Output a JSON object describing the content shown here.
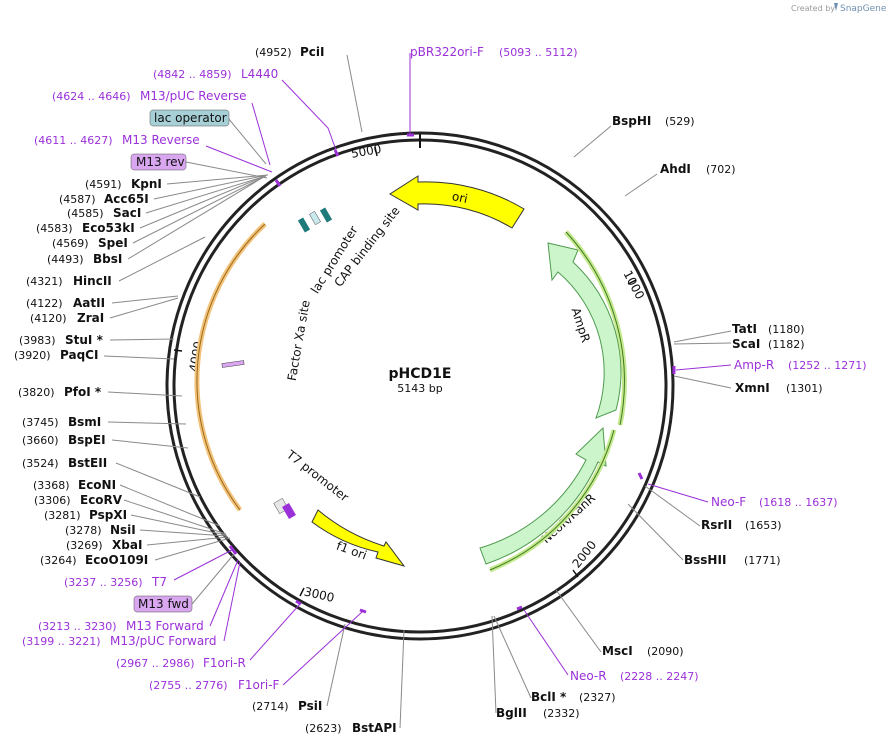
{
  "credit": {
    "created_by": "Created by",
    "brand": "SnapGene"
  },
  "plasmid": {
    "name": "pHCD1E",
    "size_label": "5143 bp",
    "length": 5143
  },
  "ticks": [
    "5000",
    "1000",
    "2000",
    "3000",
    "4000"
  ],
  "sites": [
    {
      "name": "PciI",
      "pos": "(4952)",
      "bp": 4952
    },
    {
      "name": "BspHI",
      "pos": "(529)",
      "bp": 529
    },
    {
      "name": "AhdI",
      "pos": "(702)",
      "bp": 702
    },
    {
      "name": "TatI",
      "pos": "(1180)",
      "bp": 1180
    },
    {
      "name": "ScaI",
      "pos": "(1182)",
      "bp": 1182
    },
    {
      "name": "XmnI",
      "pos": "(1301)",
      "bp": 1301
    },
    {
      "name": "RsrII",
      "pos": "(1653)",
      "bp": 1653
    },
    {
      "name": "BssHII",
      "pos": "(1771)",
      "bp": 1771
    },
    {
      "name": "MscI",
      "pos": "(2090)",
      "bp": 2090
    },
    {
      "name": "BclI *",
      "pos": "(2327)",
      "bp": 2327
    },
    {
      "name": "BglII",
      "pos": "(2332)",
      "bp": 2332
    },
    {
      "name": "BstAPI",
      "pos": "(2623)",
      "bp": 2623
    },
    {
      "name": "PsiI",
      "pos": "(2714)",
      "bp": 2714
    },
    {
      "name": "EcoO109I",
      "pos": "(3264)",
      "bp": 3264
    },
    {
      "name": "XbaI",
      "pos": "(3269)",
      "bp": 3269
    },
    {
      "name": "NsiI",
      "pos": "(3278)",
      "bp": 3278
    },
    {
      "name": "PspXI",
      "pos": "(3281)",
      "bp": 3281
    },
    {
      "name": "EcoRV",
      "pos": "(3306)",
      "bp": 3306
    },
    {
      "name": "EcoNI",
      "pos": "(3368)",
      "bp": 3368
    },
    {
      "name": "BstEII",
      "pos": "(3524)",
      "bp": 3524
    },
    {
      "name": "BspEI",
      "pos": "(3660)",
      "bp": 3660
    },
    {
      "name": "BsmI",
      "pos": "(3745)",
      "bp": 3745
    },
    {
      "name": "PfoI *",
      "pos": "(3820)",
      "bp": 3820
    },
    {
      "name": "PaqCI",
      "pos": "(3920)",
      "bp": 3920
    },
    {
      "name": "StuI *",
      "pos": "(3983)",
      "bp": 3983
    },
    {
      "name": "ZraI",
      "pos": "(4120)",
      "bp": 4120
    },
    {
      "name": "AatII",
      "pos": "(4122)",
      "bp": 4122
    },
    {
      "name": "HincII",
      "pos": "(4321)",
      "bp": 4321
    },
    {
      "name": "BbsI",
      "pos": "(4493)",
      "bp": 4493
    },
    {
      "name": "SpeI",
      "pos": "(4569)",
      "bp": 4569
    },
    {
      "name": "Eco53kI",
      "pos": "(4583)",
      "bp": 4583
    },
    {
      "name": "SacI",
      "pos": "(4585)",
      "bp": 4585
    },
    {
      "name": "Acc65I",
      "pos": "(4587)",
      "bp": 4587
    },
    {
      "name": "KpnI",
      "pos": "(4591)",
      "bp": 4591
    }
  ],
  "primers": [
    {
      "name": "pBR322ori-F",
      "range": "(5093 .. 5112)",
      "bp": 5102
    },
    {
      "name": "L4440",
      "range": "(4842 .. 4859)",
      "bp": 4850
    },
    {
      "name": "M13/pUC Reverse",
      "range": "(4624 .. 4646)",
      "bp": 4635
    },
    {
      "name": "M13 Reverse",
      "range": "(4611 .. 4627)",
      "bp": 4619
    },
    {
      "name": "Amp-R",
      "range": "(1252 .. 1271)",
      "bp": 1261
    },
    {
      "name": "Neo-F",
      "range": "(1618 .. 1637)",
      "bp": 1627
    },
    {
      "name": "Neo-R",
      "range": "(2228 .. 2247)",
      "bp": 2237
    },
    {
      "name": "T7",
      "range": "(3237 .. 3256)",
      "bp": 3246
    },
    {
      "name": "M13 Forward",
      "range": "(3213 .. 3230)",
      "bp": 3221
    },
    {
      "name": "M13/pUC Forward",
      "range": "(3199 .. 3221)",
      "bp": 3210
    },
    {
      "name": "F1ori-R",
      "range": "(2967 .. 2986)",
      "bp": 2976
    },
    {
      "name": "F1ori-F",
      "range": "(2755 .. 2776)",
      "bp": 2765
    }
  ],
  "badges": [
    {
      "label": "lac operator",
      "color": "#a6cfd6"
    },
    {
      "label": "M13 rev",
      "color": "#d9a6f0"
    },
    {
      "label": "M13 fwd",
      "color": "#d9a6f0"
    }
  ],
  "features": [
    {
      "label": "ori",
      "color": "#ffff00"
    },
    {
      "label": "AmpR",
      "color": "#ccf5cc"
    },
    {
      "label": "NeoR/KanR",
      "color": "#ccf5cc"
    },
    {
      "label": "f1 ori",
      "color": "#ffff00"
    },
    {
      "label": "lac promoter"
    },
    {
      "label": "CAP binding site"
    },
    {
      "label": "Factor Xa site"
    },
    {
      "label": "T7 promoter"
    }
  ]
}
